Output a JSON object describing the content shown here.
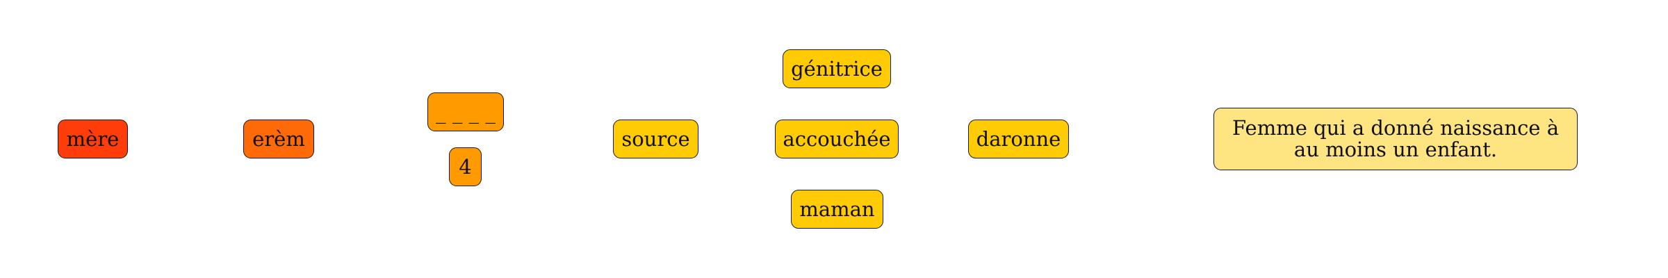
{
  "colors": {
    "word": "#ff3d0a",
    "reversed": "#ff6a08",
    "blanks": "#ff9a00",
    "synonyms": "#ffcb05",
    "definition": "#ffe482",
    "border": "#1a1a1a"
  },
  "nodes": {
    "word": "mère",
    "reversed": "erèm",
    "blanks": "_ _ _ _",
    "letter_count": "4",
    "synonyms": {
      "source": "source",
      "genitrice": "génitrice",
      "accouchee": "accouchée",
      "maman": "maman",
      "daronne": "daronne"
    },
    "definition": "Femme qui a donné naissance à au moins un enfant."
  }
}
